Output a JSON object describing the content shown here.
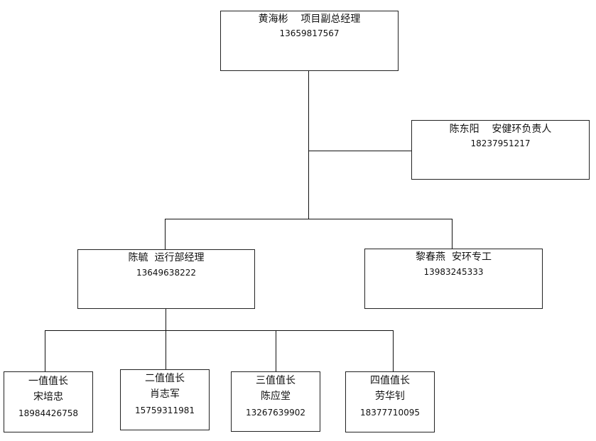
{
  "org_chart": {
    "head": {
      "title_line": "黄海彬    项目副总经理",
      "phone": "13659817567"
    },
    "safety": {
      "title_line": "陈东阳    安健环负责人",
      "phone": "18237951217"
    },
    "operations_manager": {
      "title_line": "陈毓  运行部经理",
      "phone": "13649638222"
    },
    "safety_specialist": {
      "title_line": "黎春燕  安环专工",
      "phone": "13983245333"
    },
    "shifts": [
      {
        "role": "一值值长",
        "name": "宋培忠",
        "phone": "18984426758"
      },
      {
        "role": "二值值长",
        "name": "肖志军",
        "phone": "15759311981"
      },
      {
        "role": "三值值长",
        "name": "陈应堂",
        "phone": "13267639902"
      },
      {
        "role": "四值值长",
        "name": "劳华钊",
        "phone": "18377710095"
      }
    ]
  }
}
